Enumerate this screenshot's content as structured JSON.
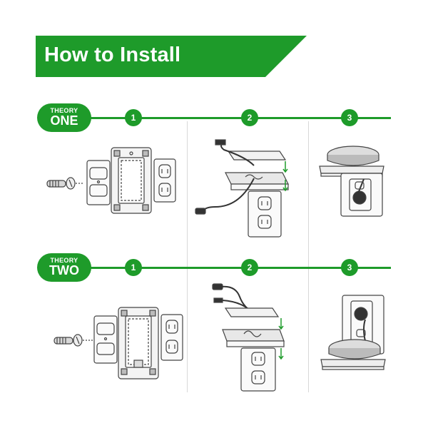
{
  "banner": {
    "title": "How to Install",
    "color": "#1e9b2a"
  },
  "theories": [
    {
      "label_small": "THEORY",
      "label_big": "ONE",
      "steps": [
        "1",
        "2",
        "3"
      ]
    },
    {
      "label_small": "THEORY",
      "label_big": "TWO",
      "steps": [
        "1",
        "2",
        "3"
      ]
    }
  ]
}
